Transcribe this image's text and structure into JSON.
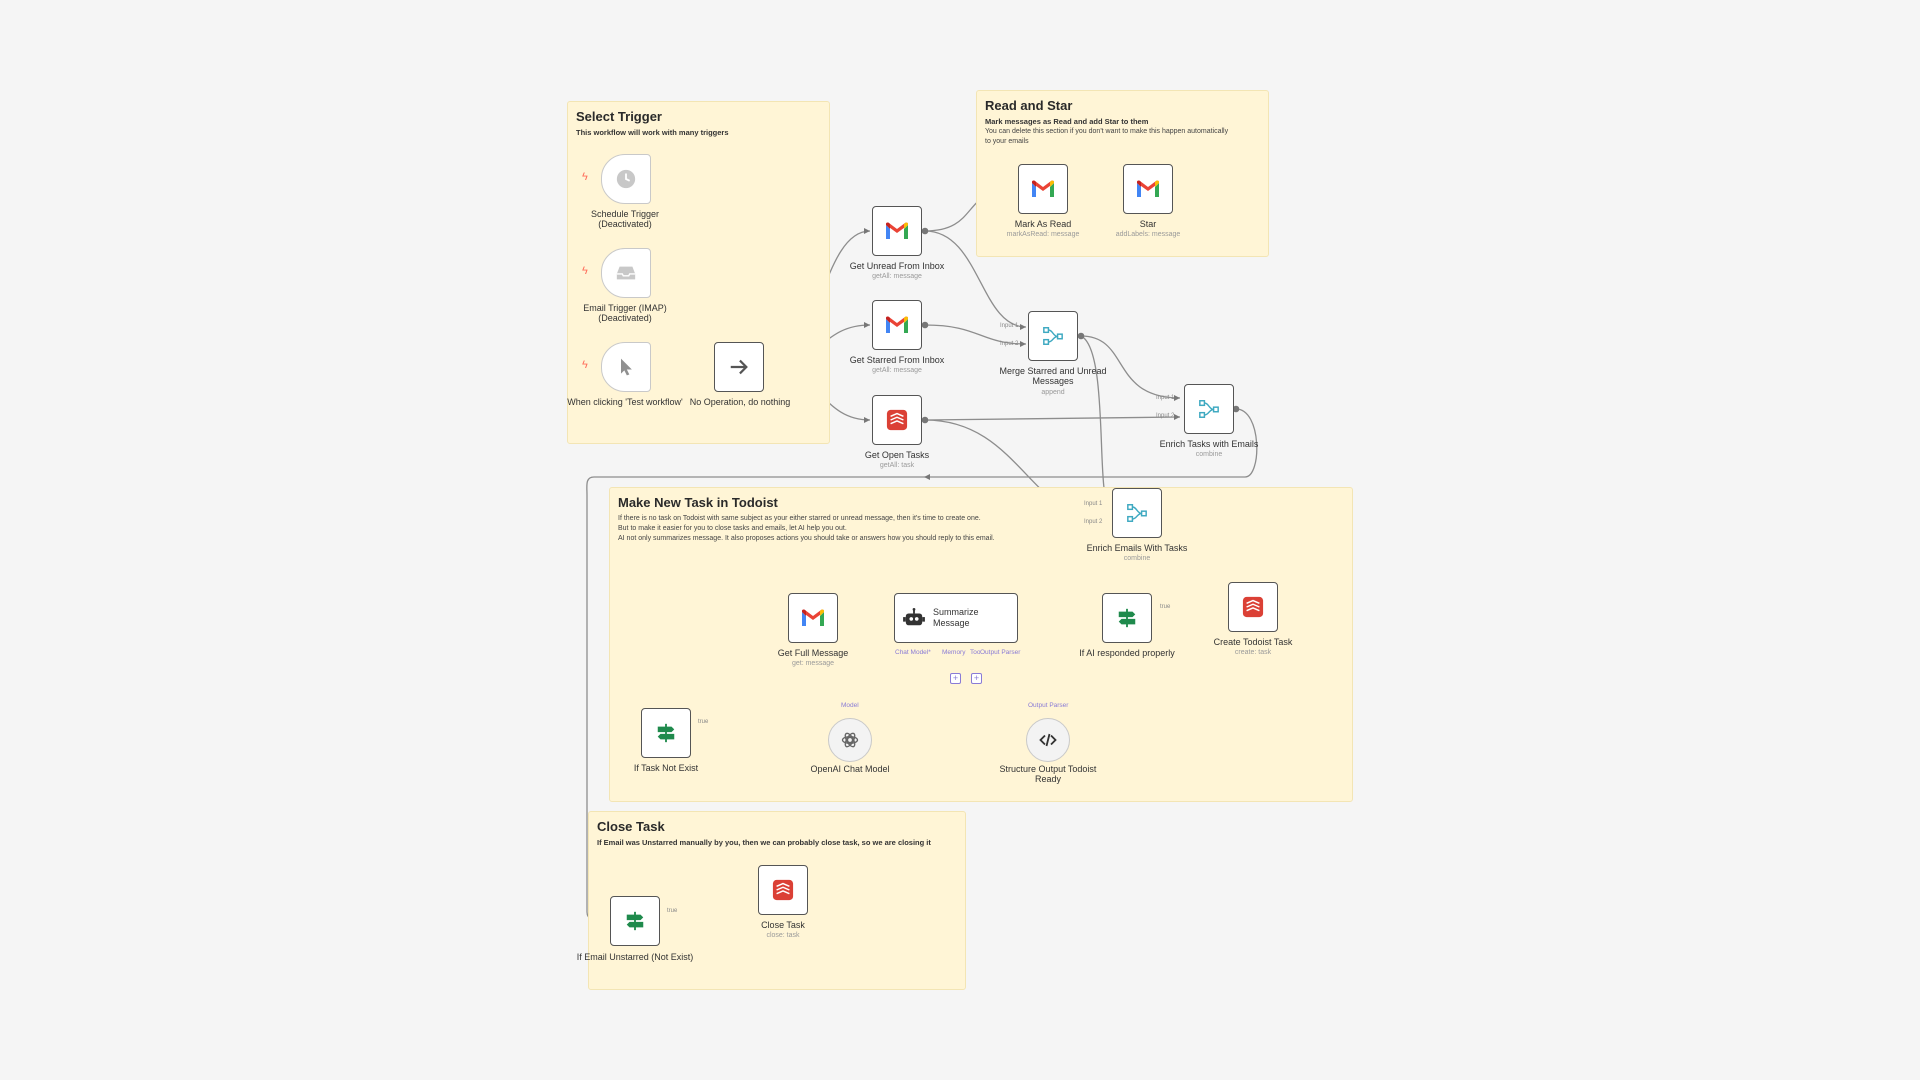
{
  "sticky_notes": {
    "select_trigger": {
      "title": "Select Trigger",
      "subtitle": "This workflow will work with many triggers"
    },
    "read_and_star": {
      "title": "Read and Star",
      "subtitle": "Mark messages as Read and add Star to them",
      "line1": "You can delete this section if you don't want to make this happen automatically",
      "line2": "to your emails"
    },
    "make_new_task": {
      "title": "Make New Task in Todoist",
      "line1": "If there is no task on Todoist with same subject as your either starred or unread message, then it's time to create one.",
      "line2": "But to make it easier for you to close tasks and emails, let AI help you out.",
      "line3": "AI not only summarizes message. It also proposes actions you should take or answers how you should reply to this email."
    },
    "close_task": {
      "title": "Close Task",
      "subtitle": "If Email was Unstarred manually by you, then we can probably close task, so we are closing it"
    }
  },
  "nodes": {
    "schedule_trigger": {
      "label": "Schedule Trigger (Deactivated)",
      "icon": "clock-icon"
    },
    "email_trigger": {
      "label": "Email Trigger (IMAP) (Deactivated)",
      "icon": "inbox-icon"
    },
    "manual_trigger": {
      "label": "When clicking 'Test workflow'",
      "icon": "cursor-icon"
    },
    "no_op": {
      "label": "No Operation, do nothing",
      "icon": "arrow-right-icon"
    },
    "get_unread": {
      "label": "Get Unread From Inbox",
      "sub": "getAll: message",
      "icon": "gmail-icon"
    },
    "get_starred": {
      "label": "Get Starred From Inbox",
      "sub": "getAll: message",
      "icon": "gmail-icon"
    },
    "get_open_tasks": {
      "label": "Get Open Tasks",
      "sub": "getAll: task",
      "icon": "todoist-icon"
    },
    "mark_as_read": {
      "label": "Mark As Read",
      "sub": "markAsRead: message",
      "icon": "gmail-icon"
    },
    "star": {
      "label": "Star",
      "sub": "addLabels: message",
      "icon": "gmail-icon"
    },
    "merge_starred_unread": {
      "label": "Merge Starred and Unread Messages",
      "sub": "append",
      "icon": "merge-icon",
      "input1": "Input 1",
      "input2": "Input 2"
    },
    "enrich_tasks": {
      "label": "Enrich Tasks with Emails",
      "sub": "combine",
      "icon": "merge-icon",
      "input1": "Input 1",
      "input2": "Input 2"
    },
    "enrich_emails": {
      "label": "Enrich Emails With Tasks",
      "sub": "combine",
      "icon": "merge-icon",
      "input1": "Input 1",
      "input2": "Input 2"
    },
    "get_full_message": {
      "label": "Get Full Message",
      "sub": "get: message",
      "icon": "gmail-icon"
    },
    "summarize": {
      "label": "Summarize Message",
      "icon": "robot-icon",
      "chat_model": "Chat Model*",
      "memory": "Memory",
      "tool": "Tool",
      "output_parser": "Output Parser"
    },
    "if_ai_responded": {
      "label": "If AI responded properly",
      "icon": "if-icon",
      "true": "true"
    },
    "create_todoist_task": {
      "label": "Create Todoist Task",
      "sub": "create: task",
      "icon": "todoist-icon"
    },
    "if_task_not_exist": {
      "label": "If Task Not Exist",
      "icon": "if-icon",
      "true": "true"
    },
    "openai_chat_model": {
      "label": "OpenAI Chat Model",
      "icon": "openai-icon",
      "port": "Model"
    },
    "structure_output": {
      "label": "Structure Output Todoist Ready",
      "icon": "code-icon",
      "port": "Output Parser"
    },
    "if_email_unstarred": {
      "label": "If Email Unstarred (Not Exist)",
      "icon": "if-icon",
      "true": "true"
    },
    "close_task": {
      "label": "Close Task",
      "sub": "close: task",
      "icon": "todoist-icon"
    }
  },
  "colors": {
    "sticky_bg": "#fff5d6",
    "wire": "#8d8d8d",
    "ai_wire": "#8a7bd6",
    "trigger_bolt": "#ff6d5a",
    "todoist_red": "#db4035",
    "if_green": "#1f8a4c",
    "merge_teal": "#3ea9c1"
  }
}
